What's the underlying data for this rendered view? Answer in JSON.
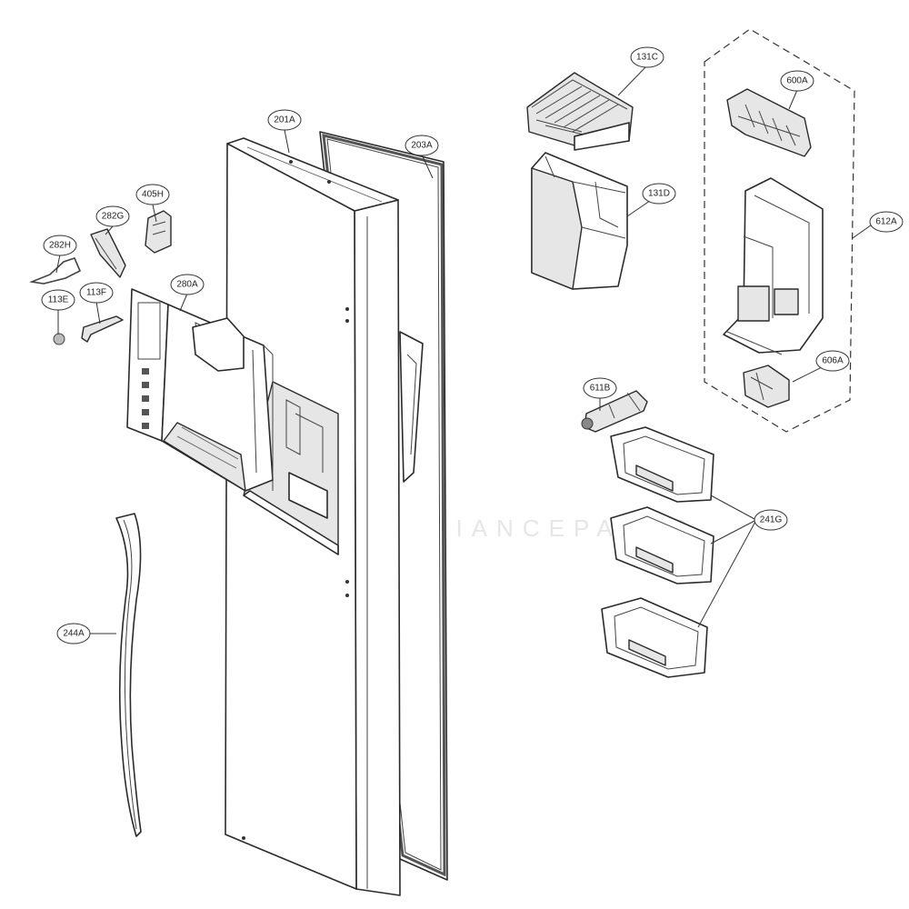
{
  "watermark": "APPLIANCEPARTS",
  "callouts": {
    "c201A": "201A",
    "c203A": "203A",
    "c405H": "405H",
    "c282G": "282G",
    "c282H": "282H",
    "c280A": "280A",
    "c113F": "113F",
    "c113E": "113E",
    "c244A": "244A",
    "c131C": "131C",
    "c131D": "131D",
    "c600A": "600A",
    "c612A": "612A",
    "c606A": "606A",
    "c611B": "611B",
    "c241G": "241G"
  }
}
